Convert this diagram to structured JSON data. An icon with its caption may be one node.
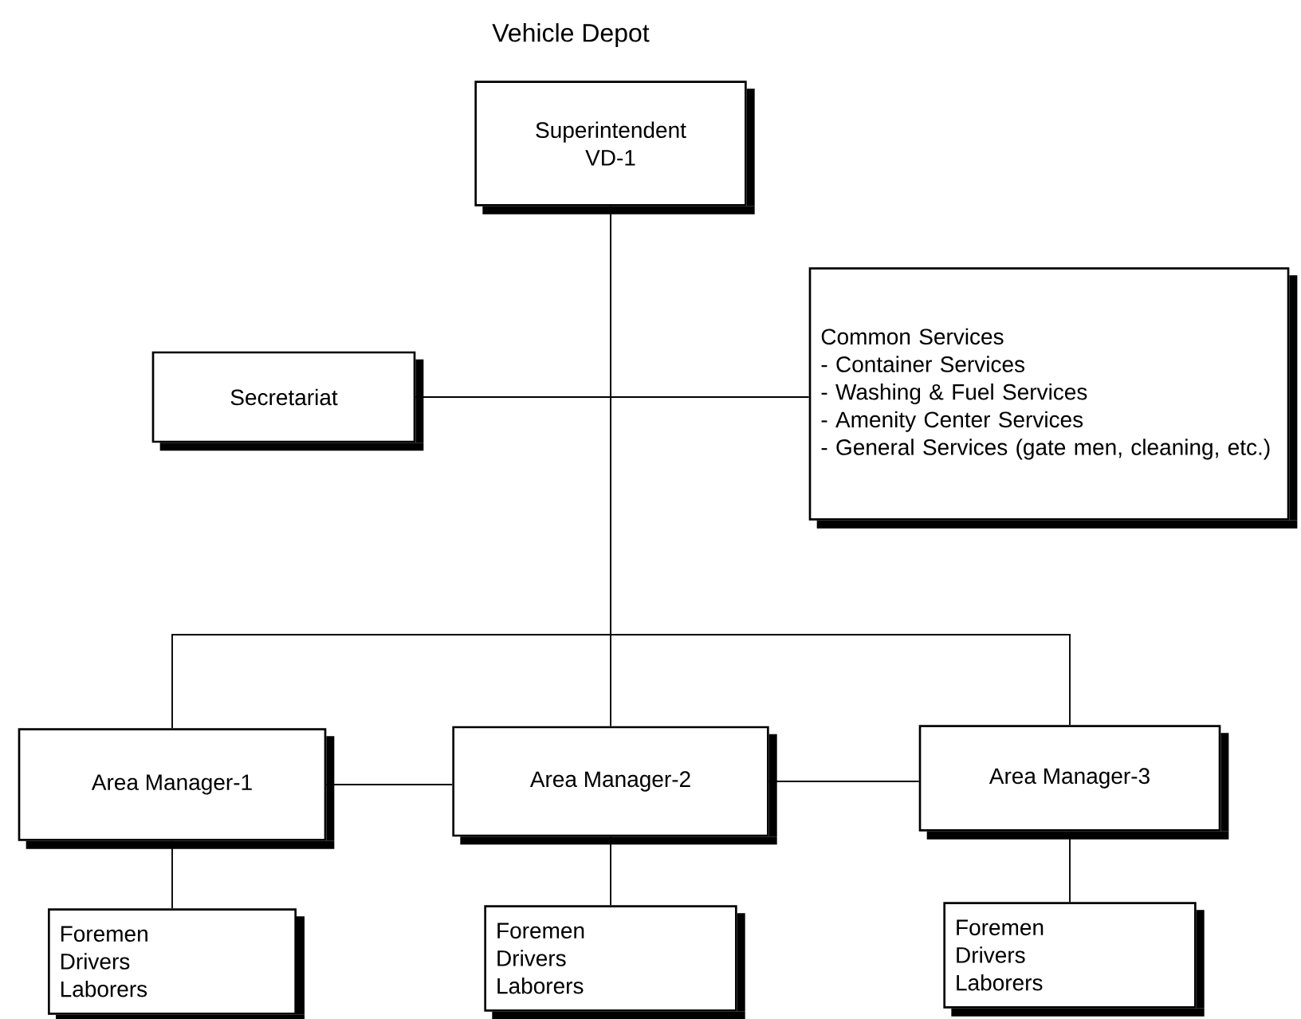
{
  "diagram": {
    "title": "Vehicle Depot",
    "nodes": [
      {
        "text": [
          "Superintendent",
          "VD-1"
        ]
      },
      {
        "text": [
          "Secretariat"
        ]
      },
      {
        "text": [
          "Common Services",
          "- Container Services",
          "- Washing & Fuel Services",
          "- Amenity  Center Services",
          "- General Services (gate men, cleaning, etc.)"
        ]
      },
      {
        "text": [
          "Area Manager-1"
        ]
      },
      {
        "text": [
          "Area Manager-2"
        ]
      },
      {
        "text": [
          "Area Manager-3"
        ]
      },
      {
        "text": [
          "Foremen",
          "Drivers",
          "Laborers"
        ]
      },
      {
        "text": [
          "Foremen",
          "Drivers",
          "Laborers"
        ]
      },
      {
        "text": [
          "Foremen",
          "Drivers",
          "Laborers"
        ]
      }
    ],
    "edges": [
      {
        "from": 0,
        "to": 3,
        "arrow": "none"
      },
      {
        "from": 0,
        "to": 4,
        "arrow": "none"
      },
      {
        "from": 0,
        "to": 5,
        "arrow": "none"
      },
      {
        "from": 1,
        "to": 2,
        "arrow": "none"
      },
      {
        "from": 3,
        "to": 4,
        "arrow": "none"
      },
      {
        "from": 4,
        "to": 5,
        "arrow": "none"
      },
      {
        "from": 3,
        "to": 6,
        "arrow": "none"
      },
      {
        "from": 4,
        "to": 7,
        "arrow": "none"
      },
      {
        "from": 5,
        "to": 8,
        "arrow": "none"
      }
    ]
  }
}
